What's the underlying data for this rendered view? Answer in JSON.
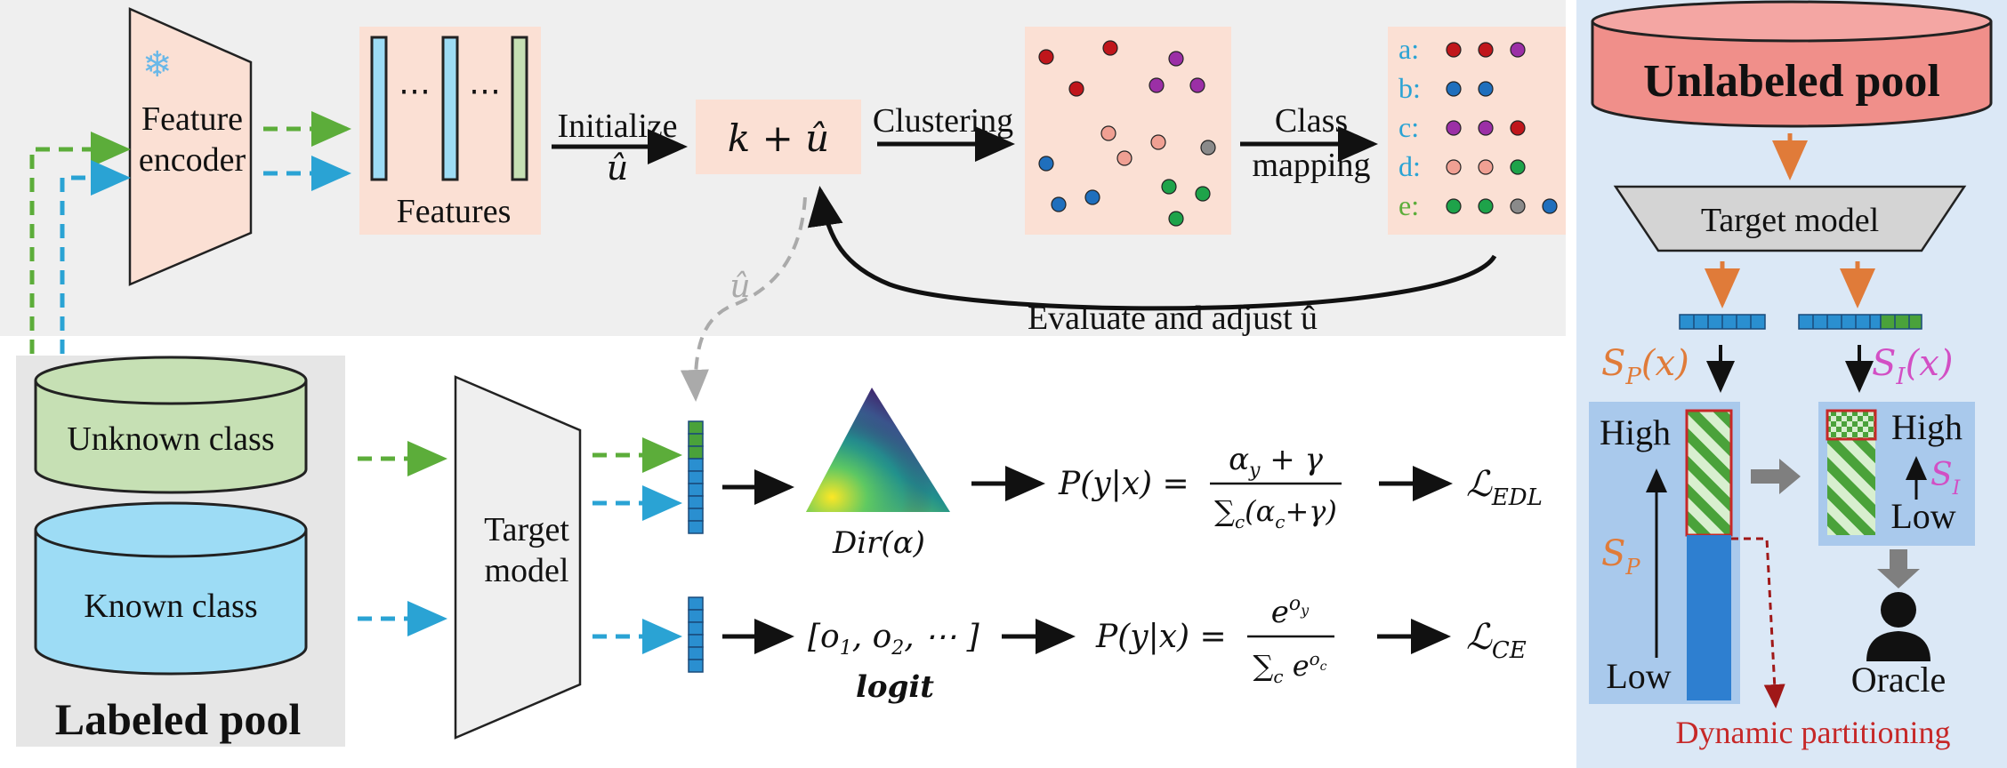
{
  "top": {
    "feature_encoder": "Feature encoder",
    "feature_encoder_line1": "Feature",
    "feature_encoder_line2": "encoder",
    "snowflake_icon": "❄",
    "features_label": "Features",
    "ellipsis": "⋯",
    "initialize_label": "Initialize",
    "u_hat": "û",
    "k_plus_u": "k + û",
    "clustering_label": "Clustering",
    "class_mapping_line1": "Class",
    "class_mapping_line2": "mapping",
    "evaluate_label": "Evaluate and adjust û",
    "class_rows": [
      {
        "letter": "a:",
        "dots": [
          "#c0161b",
          "#c0161b",
          "#9b2fa6"
        ]
      },
      {
        "letter": "b:",
        "dots": [
          "#1f6fbd",
          "#1f6fbd"
        ]
      },
      {
        "letter": "c:",
        "dots": [
          "#9b2fa6",
          "#9b2fa6",
          "#c0161b"
        ]
      },
      {
        "letter": "d:",
        "dots": [
          "#f0a093",
          "#f0a093",
          "#1ea34a"
        ]
      },
      {
        "letter": "e:",
        "dots": [
          "#1ea34a",
          "#1ea34a",
          "#8a8a8a",
          "#1f6fbd"
        ]
      }
    ]
  },
  "bottom": {
    "unknown_class": "Unknown class",
    "known_class": "Known class",
    "labeled_pool": "Labeled pool",
    "target_model_line1": "Target",
    "target_model_line2": "model",
    "dir_label": "Dir(α)",
    "edl_formula_lhs": "P(y|x) =",
    "edl_num": "α_y + γ",
    "edl_den": "∑_c(α_c+γ)",
    "edl_loss": "ℒ_EDL",
    "logit_vec": "[o₁, o₂, ⋯ ]",
    "logit_label": "logit",
    "ce_formula_lhs": "P(y|x) =",
    "ce_num": "e^{o_y}",
    "ce_den": "∑_c e^{o_c}",
    "ce_loss": "ℒ_CE"
  },
  "right": {
    "unlabeled_pool": "Unlabeled pool",
    "target_model": "Target model",
    "sp_label": "S_P(x)",
    "si_label": "S_I(x)",
    "high": "High",
    "low": "Low",
    "sp_axis": "S_P",
    "si_axis": "S_I",
    "oracle": "Oracle",
    "dynamic_partitioning": "Dynamic partitioning"
  },
  "colors": {
    "green_arrow": "#5cad3a",
    "blue_arrow": "#2aa3d4",
    "orange_arrow": "#e07b39",
    "peach": "#fbe0d4",
    "unknown_fill": "#c6e0b4",
    "known_fill": "#9ddcf5",
    "unlabeled_fill": "#f4a6a3",
    "right_panel": "#dbe8f6",
    "top_panel": "#efefef"
  }
}
